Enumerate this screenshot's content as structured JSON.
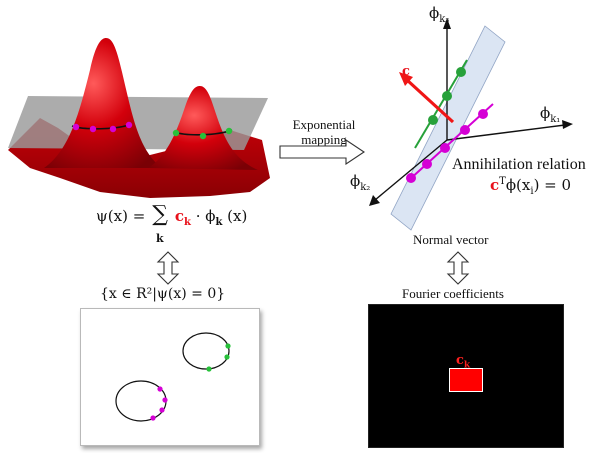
{
  "left_top_formula": {
    "lhs": "ψ(x) =",
    "sum": "∑",
    "sub": "k",
    "c": "c",
    "c_sub": "k",
    "rest": "· ϕ",
    "rest_sub": "k",
    "rest_tail": "(x)"
  },
  "left_set_formula": "{x ∈ R²|ψ(x) = 0}",
  "arrow_label": {
    "line1": "Exponential",
    "line2": "mapping"
  },
  "axes": {
    "k3": "ϕ",
    "k3_sub": "k₃",
    "k1": "ϕ",
    "k1_sub": "k₁",
    "k2": "ϕ",
    "k2_sub": "k₂"
  },
  "vector_c_label": "c",
  "annihilation": {
    "title": "Annihilation relation",
    "eq_c": "c",
    "eq_rest": "ϕ(x",
    "eq_sub": "i",
    "eq_tail": ") = 0",
    "eq_sup": "T"
  },
  "normal_vector_label": "Normal vector",
  "fourier_label": "Fourier coefficients",
  "coef_label": "c",
  "coef_label_sub": "k",
  "colors": {
    "surface_red": "#d3000b",
    "plane_gray": "#9a9a9a",
    "plane_blue": "#dbe5f3",
    "green": "#27a13a",
    "magenta": "#d500d5",
    "vector_red": "#f01616",
    "block_red": "#ff0000"
  }
}
